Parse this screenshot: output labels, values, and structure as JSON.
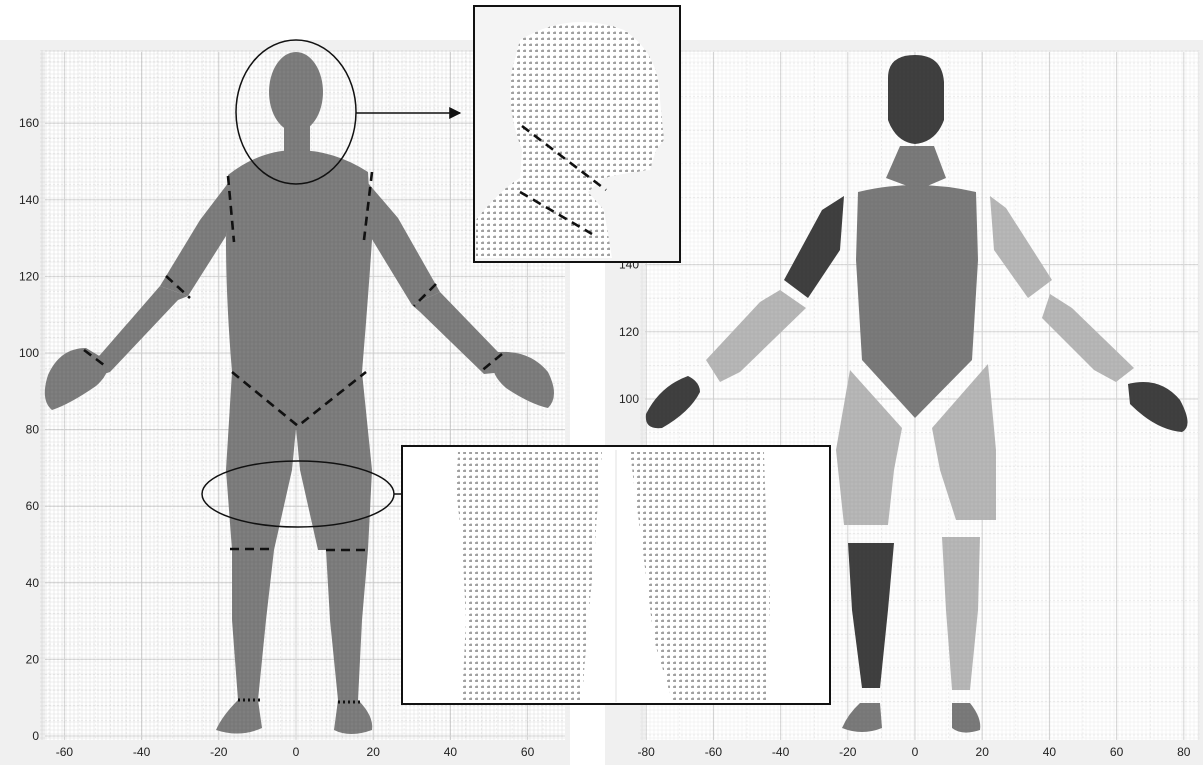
{
  "left_panel": {
    "x_ticks": [
      "-60",
      "-40",
      "-20",
      "0",
      "20",
      "40",
      "60"
    ],
    "y_ticks": [
      "0",
      "20",
      "40",
      "60",
      "80",
      "100",
      "120",
      "140",
      "160"
    ]
  },
  "right_panel": {
    "x_ticks": [
      "-80",
      "-60",
      "-40",
      "-20",
      "0",
      "20",
      "40",
      "60",
      "80"
    ],
    "y_ticks": [
      "100",
      "120",
      "140"
    ]
  },
  "colors": {
    "body_gray": "#7f7f7f",
    "segment_dark": "#404040",
    "segment_mid": "#7b7b7b",
    "segment_light": "#b8b8b8",
    "cut_line": "#111111"
  },
  "icons": {
    "head_callout": "ellipse-callout",
    "thigh_callout": "ellipse-callout",
    "arrow": "right-arrow"
  }
}
